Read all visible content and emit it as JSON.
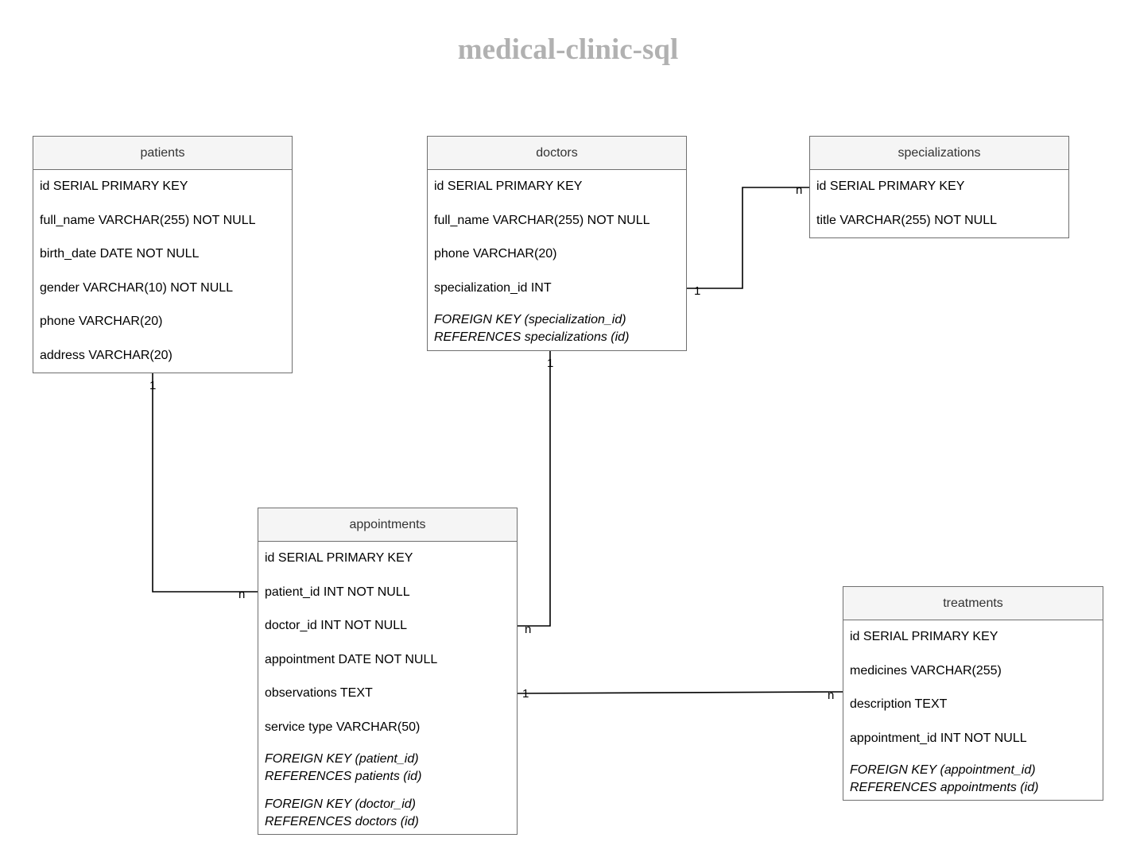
{
  "title": "medical-clinic-sql",
  "entities": {
    "patients": {
      "name": "patients",
      "fields": [
        "id SERIAL PRIMARY KEY",
        "full_name VARCHAR(255) NOT NULL",
        "birth_date DATE NOT NULL",
        "gender VARCHAR(10) NOT NULL",
        "phone VARCHAR(20)",
        "address VARCHAR(20)"
      ],
      "constraints": []
    },
    "doctors": {
      "name": "doctors",
      "fields": [
        "id SERIAL PRIMARY KEY",
        "full_name VARCHAR(255) NOT NULL",
        "phone VARCHAR(20)",
        "specialization_id INT"
      ],
      "constraints": [
        [
          "FOREIGN KEY (specialization_id)",
          "REFERENCES specializations (id)"
        ]
      ]
    },
    "specializations": {
      "name": "specializations",
      "fields": [
        "id SERIAL PRIMARY KEY",
        "title VARCHAR(255) NOT NULL"
      ],
      "constraints": []
    },
    "appointments": {
      "name": "appointments",
      "fields": [
        "id SERIAL PRIMARY KEY",
        "patient_id INT NOT NULL",
        "doctor_id INT NOT NULL",
        "appointment DATE NOT NULL",
        "observations TEXT",
        "service type VARCHAR(50)"
      ],
      "constraints": [
        [
          "FOREIGN KEY (patient_id)",
          "REFERENCES patients (id)"
        ],
        [
          "FOREIGN KEY (doctor_id)",
          "REFERENCES doctors (id)"
        ]
      ]
    },
    "treatments": {
      "name": "treatments",
      "fields": [
        "id SERIAL PRIMARY KEY",
        "medicines VARCHAR(255)",
        "description TEXT",
        "appointment_id INT NOT NULL"
      ],
      "constraints": [
        [
          "FOREIGN KEY (appointment_id)",
          "REFERENCES appointments (id)"
        ]
      ]
    }
  },
  "relationships": [
    {
      "id": "doctors-specializations",
      "one": "1",
      "many": "n"
    },
    {
      "id": "patients-appointments",
      "one": "1",
      "many": "n"
    },
    {
      "id": "doctors-appointments",
      "one": "1",
      "many": "n"
    },
    {
      "id": "appointments-treatments",
      "one": "1",
      "many": "n"
    }
  ],
  "colors": {
    "title": "#b1b1b1",
    "header_bg": "#f5f5f5",
    "border": "#6f6f6f",
    "header_text": "#333333",
    "line": "#000000"
  }
}
